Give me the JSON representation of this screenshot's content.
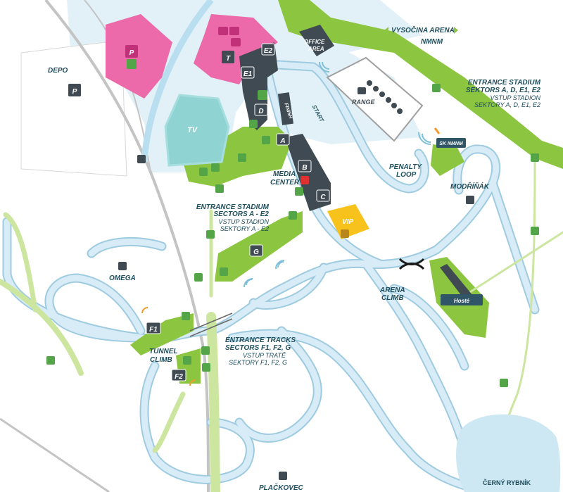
{
  "labels": {
    "depo": "DEPO",
    "tv": "TV",
    "office_area_1": "OFFICE",
    "office_area_2": "AREA",
    "vysocina_arena": "VYSOČINA ARENA",
    "nmnm": "NMNM",
    "entrance_stadium_east_1": "ENTRANCE STADIUM",
    "entrance_stadium_east_2": "SEKTORS A, D, E1, E2",
    "vstup_stadion_east_1": "VSTUP STADION",
    "vstup_stadion_east_2": "SEKTORY A, D, E1, E2",
    "range": "RANGE",
    "finish": "FINISH",
    "start": "START",
    "penalty_1": "PENALTY",
    "penalty_2": "LOOP",
    "sk_nmnm": "SK NMNM",
    "modrinak": "MODŘÍŇÁK",
    "media_1": "MEDIA",
    "media_2": "CENTER",
    "vip": "VIP",
    "entrance_stadium_west_1": "ENTRANCE STADIUM",
    "entrance_stadium_west_2": "SECTORS A - E2",
    "vstup_stadion_west_1": "VSTUP STADION",
    "vstup_stadion_west_2": "SEKTORY A - E2",
    "omega": "OMEGA",
    "arena_climb_1": "ARENA",
    "arena_climb_2": "CLIMB",
    "hoste": "Hosté",
    "entrance_tracks_1": "ENTRANCE TRACKS",
    "entrance_tracks_2": "SECTORS F1, F2, G",
    "vstup_trate_1": "VSTUP TRATĚ",
    "vstup_trate_2": "SEKTORY F1, F2, G",
    "tunnel_1": "TUNNEL",
    "tunnel_2": "CLIMB",
    "cerny_rybnik": "ČERNÝ RYBNÍK",
    "plackovec": "PLAČKOVEC"
  },
  "sectors": {
    "a": "A",
    "b": "B",
    "c": "C",
    "d": "D",
    "e1": "E1",
    "e2": "E2",
    "f1": "F1",
    "f2": "F2",
    "g": "G",
    "t": "T",
    "p_depo": "P",
    "p_pink": "P"
  },
  "colors": {
    "green": "#8cc540",
    "pink": "#ec6aaa",
    "track": "#c9e3f0",
    "track_edge": "#9fcbe0",
    "water": "#cde7f3",
    "tv": "#8fd3d3",
    "dark": "#3f4a52",
    "label": "#1f4e5c",
    "vip": "#f6c21b",
    "road": "#bdbdbd"
  },
  "icons": [
    "toilet-icon",
    "parking-icon",
    "pedestrian-icon",
    "wheelchair-icon",
    "first-aid-icon",
    "ski-icon",
    "food-icon",
    "shuttle-bus-icon",
    "camera-icon",
    "signal-icon"
  ]
}
